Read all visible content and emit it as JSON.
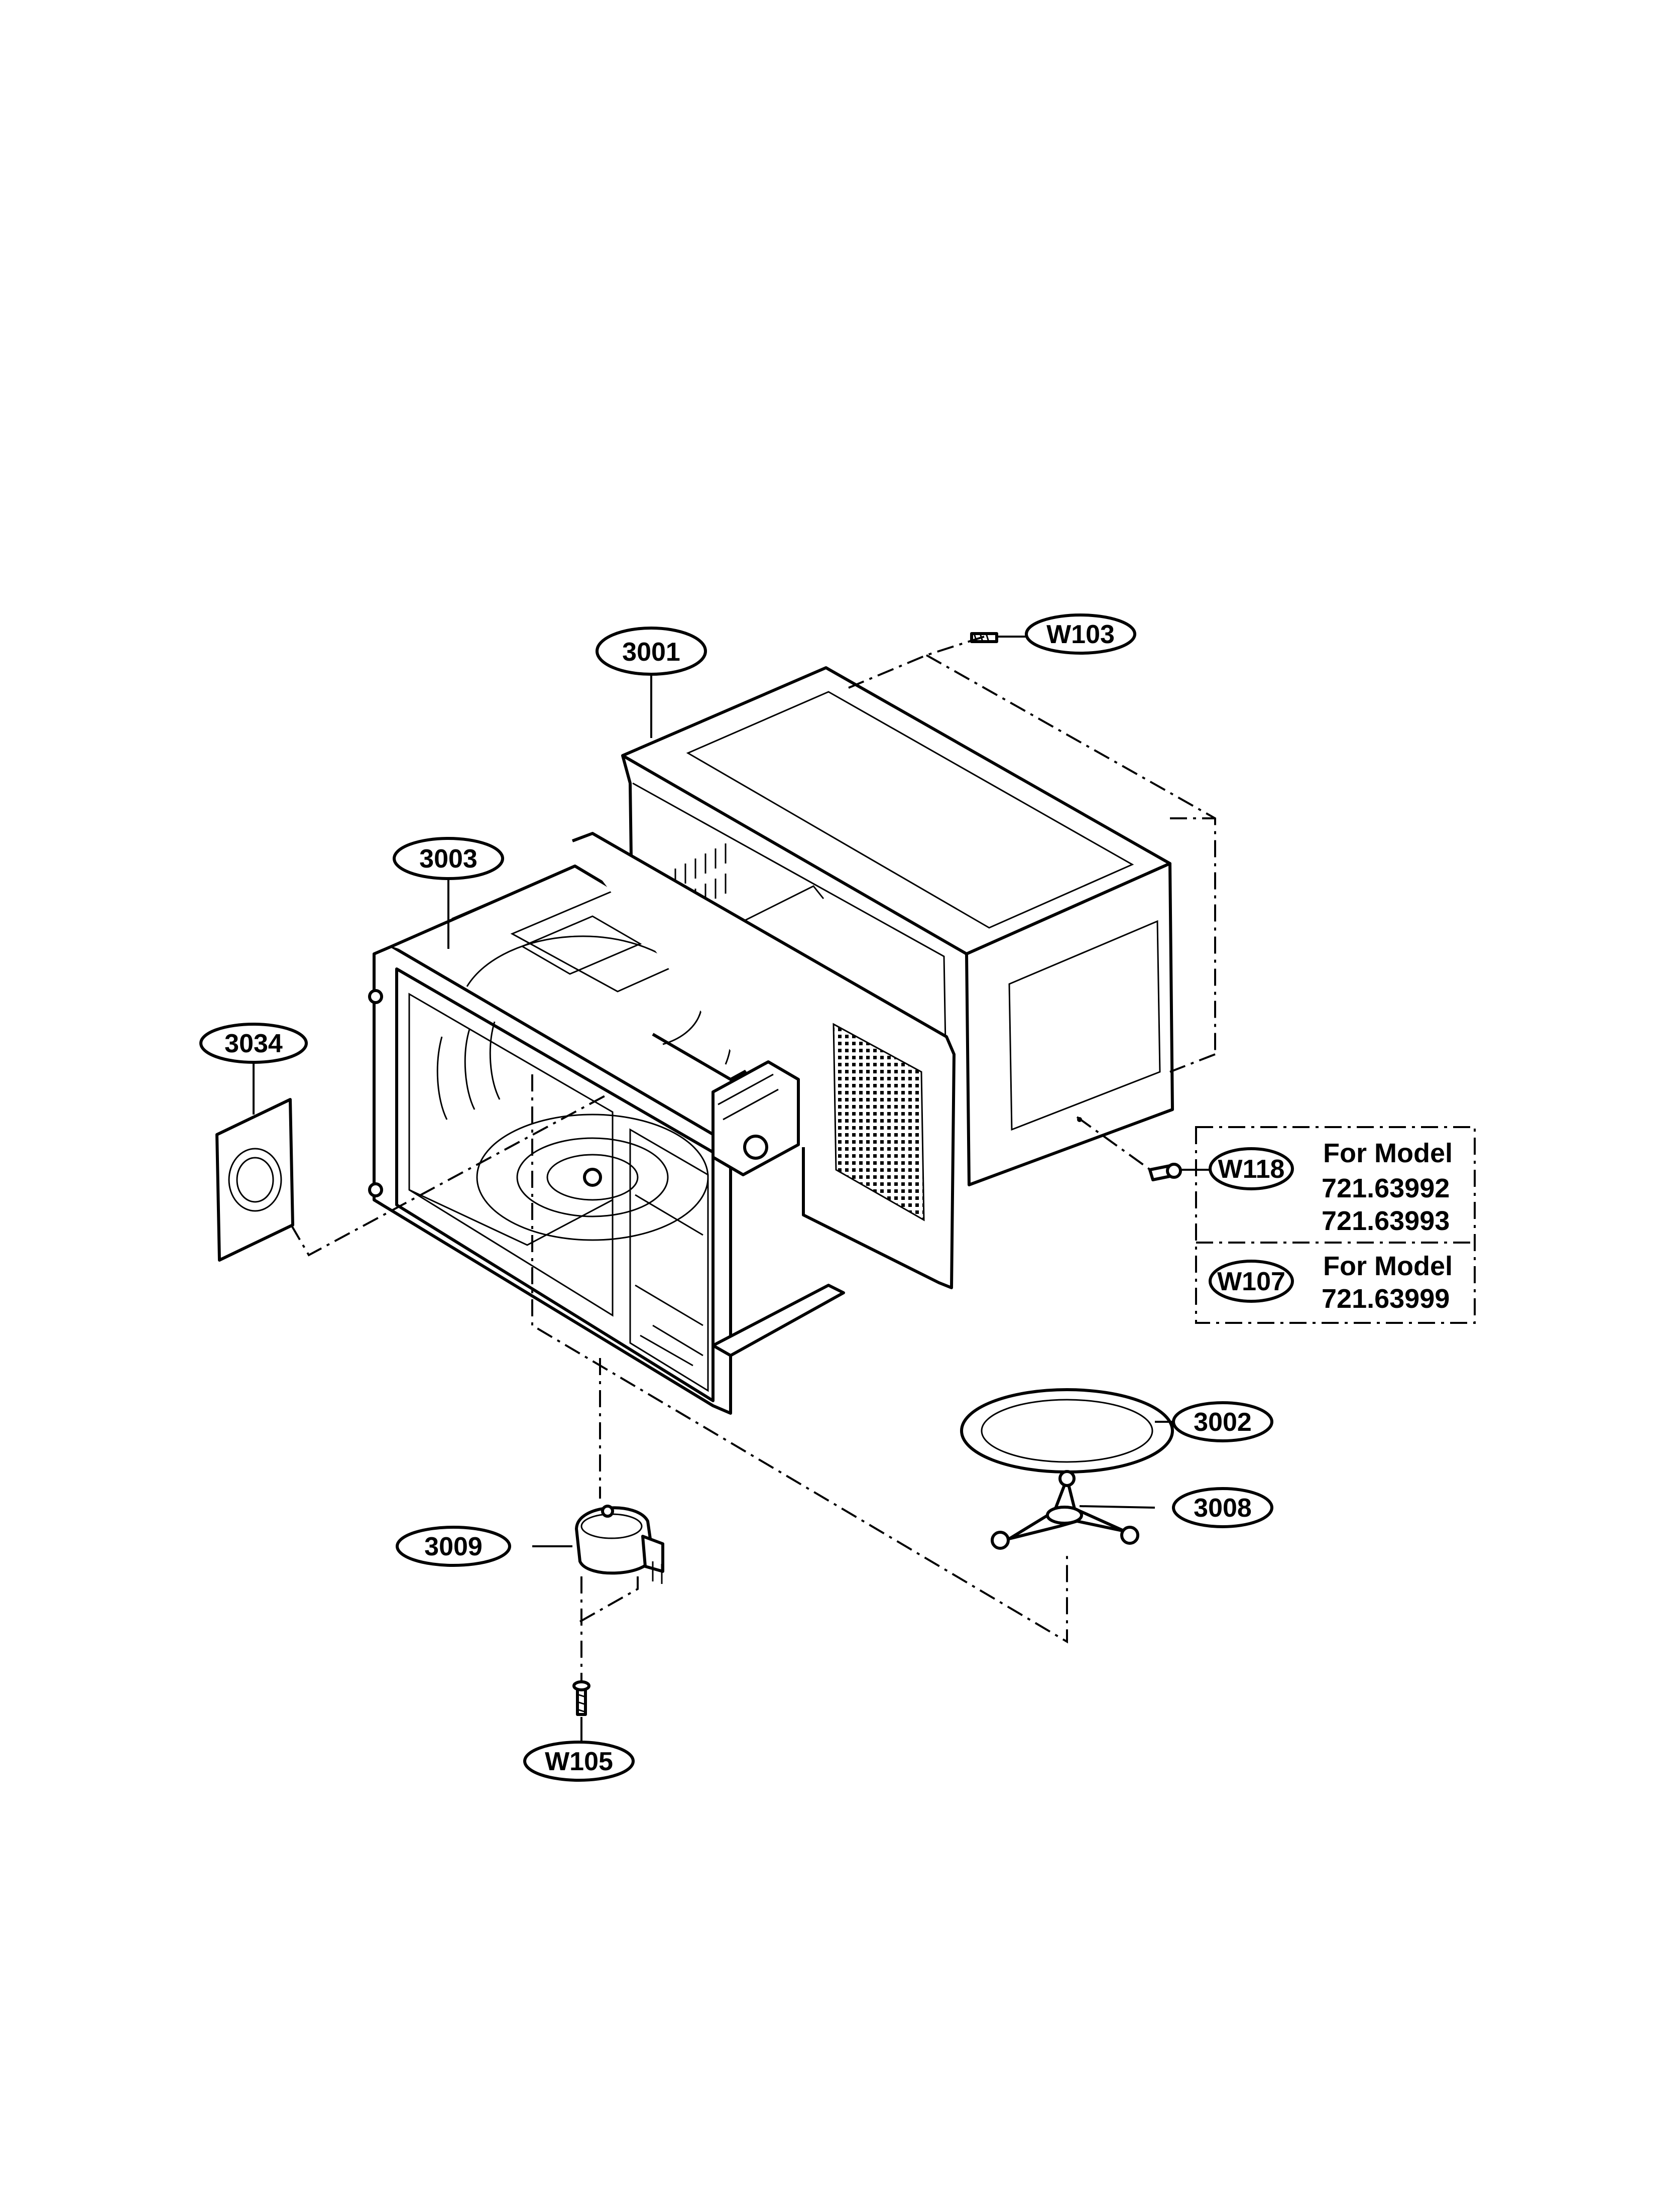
{
  "diagram": {
    "callouts": {
      "c3001": "3001",
      "c3003": "3003",
      "c3034": "3034",
      "cW103": "W103",
      "cW118": "W118",
      "cW107": "W107",
      "c3002": "3002",
      "c3008": "3008",
      "c3009": "3009",
      "cW105": "W105"
    },
    "model_box": {
      "w118": {
        "heading": "For Model",
        "model1": "721.63992",
        "model2": "721.63993"
      },
      "w107": {
        "heading": "For Model",
        "model1": "721.63999"
      }
    }
  }
}
